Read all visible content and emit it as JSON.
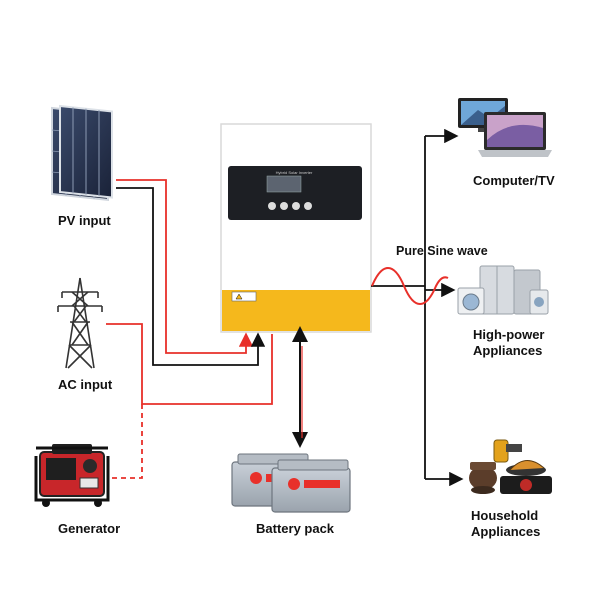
{
  "inputs": {
    "pv": "PV input",
    "ac": "AC input",
    "generator": "Generator",
    "battery": "Battery pack"
  },
  "outputs": {
    "wave": "Pure Sine wave",
    "computer": "Computer/TV",
    "high_power_1": "High-power",
    "high_power_2": "Appliances",
    "household_1": "Household",
    "household_2": "Appliances"
  },
  "inverter": {
    "display_title": "Hybrid Solar Inverter"
  },
  "colors": {
    "ac_line": "#e8302a",
    "dc_line": "#111111",
    "inverter_body": "#ffffff",
    "inverter_base": "#f5b81c",
    "display": "#1d1f24"
  },
  "icons": [
    "solar-panel-icon",
    "transmission-tower-icon",
    "generator-icon",
    "battery-icon",
    "computer-tv-icon",
    "appliances-icon",
    "kitchen-appliances-icon"
  ]
}
